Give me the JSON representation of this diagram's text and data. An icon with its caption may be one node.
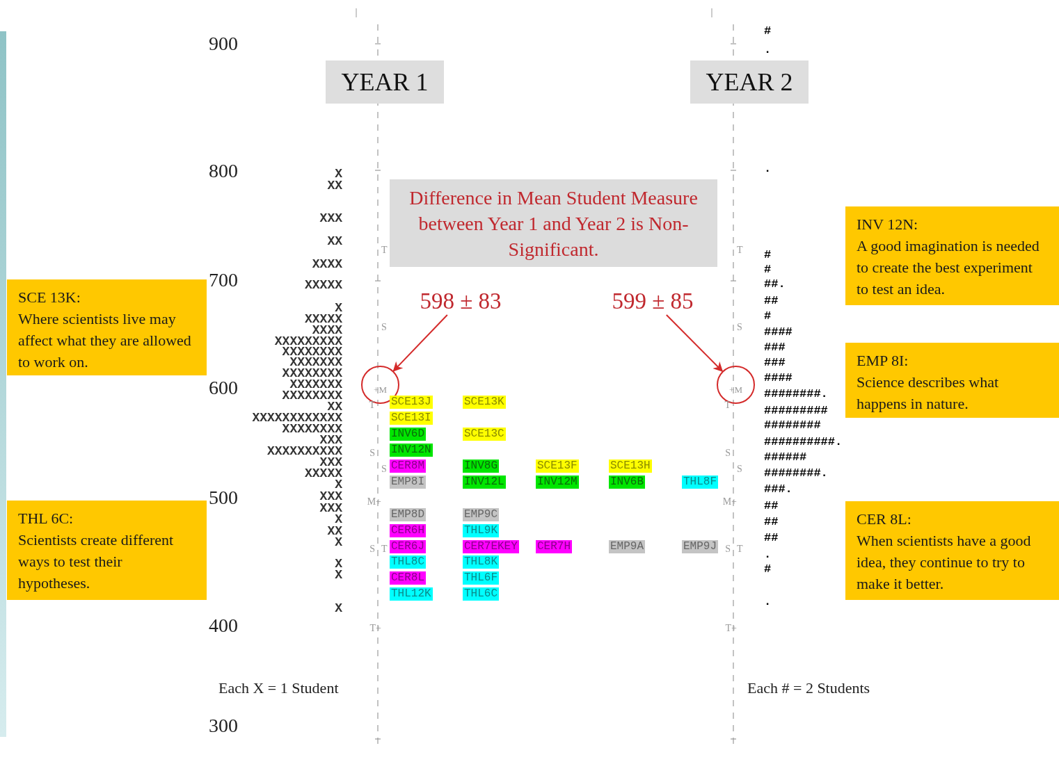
{
  "diagram": {
    "nodes": [
      {
        "text": [
          "YEAR 1"
        ]
      },
      {
        "text": [
          "YEAR 2"
        ]
      },
      {
        "text": [
          "Difference in Mean Student Measure between Year 1 and Year 2 is Non-Significant."
        ]
      },
      {
        "text": [
          "598 ± 83"
        ]
      },
      {
        "text": [
          "599 ± 85"
        ]
      },
      {
        "text": [
          "+M"
        ]
      },
      {
        "text": [
          "+M"
        ]
      },
      {
        "text": [
          "SCE 13K:",
          "Where scientists live may affect what they are allowed to work on."
        ]
      },
      {
        "text": [
          "THL 6C:",
          "Scientists create different ways to test their hypotheses."
        ]
      },
      {
        "text": [
          "INV 12N:",
          "A good imagination is needed to create the best experiment to test an idea."
        ]
      },
      {
        "text": [
          "EMP 8I:",
          "Science describes what happens in nature."
        ]
      },
      {
        "text": [
          "CER 8L:",
          "When scientists have a good idea, they continue to try to make it better."
        ]
      },
      {
        "text": [
          "SCE13J"
        ]
      },
      {
        "text": [
          "SCE13K"
        ]
      },
      {
        "text": [
          "SCE13I"
        ]
      },
      {
        "text": [
          "INV6D"
        ]
      },
      {
        "text": [
          "SCE13C"
        ]
      },
      {
        "text": [
          "INV12N"
        ]
      },
      {
        "text": [
          "CER8M"
        ]
      },
      {
        "text": [
          "INV8G"
        ]
      },
      {
        "text": [
          "SCE13F"
        ]
      },
      {
        "text": [
          "SCE13H"
        ]
      },
      {
        "text": [
          "EMP8I"
        ]
      },
      {
        "text": [
          "INV12L"
        ]
      },
      {
        "text": [
          "INV12M"
        ]
      },
      {
        "text": [
          "INV6B"
        ]
      },
      {
        "text": [
          "THL8F"
        ]
      },
      {
        "text": [
          "EMP8D"
        ]
      },
      {
        "text": [
          "EMP9C"
        ]
      },
      {
        "text": [
          "CER6H"
        ]
      },
      {
        "text": [
          "THL9K"
        ]
      },
      {
        "text": [
          "CER6J"
        ]
      },
      {
        "text": [
          "CER7EKEY"
        ]
      },
      {
        "text": [
          "CER7H"
        ]
      },
      {
        "text": [
          "EMP9A"
        ]
      },
      {
        "text": [
          "EMP9J"
        ]
      },
      {
        "text": [
          "THL8C"
        ]
      },
      {
        "text": [
          "THL8K"
        ]
      },
      {
        "text": [
          "CER8L"
        ]
      },
      {
        "text": [
          "THL6F"
        ]
      },
      {
        "text": [
          "THL12K"
        ]
      },
      {
        "text": [
          "THL6C"
        ]
      }
    ],
    "edges": [
      {
        "from": 3,
        "to": 5,
        "arrow": "to"
      },
      {
        "from": 4,
        "to": 6,
        "arrow": "to"
      }
    ],
    "labels": [
      "900",
      "800",
      "700",
      "600",
      "500",
      "400",
      "300",
      "X",
      "XX",
      "XXX",
      "XX",
      "XXXX",
      "XXXXX",
      "X",
      "XXXXX",
      "XXXX",
      "XXXXXXXXX",
      "XXXXXXXX",
      "XXXXXXX",
      "XXXXXXXX",
      "XXXXXXX",
      "XXXXXXXX",
      "XX",
      "XXXXXXXXXXXX",
      "XXXXXXXX",
      "XXX",
      "XXXXXXXXXX",
      "XXX",
      "XXXXX",
      "X",
      "XXX",
      "XXX",
      "X",
      "XX",
      "X",
      "X",
      "X",
      "X",
      "T",
      "S",
      "T",
      "S",
      "S",
      "M+",
      "S",
      "T",
      "T+",
      "T",
      "S",
      "T",
      "S",
      "S",
      "M+",
      "S",
      "T",
      "T+",
      "#",
      ".",
      ".",
      "#",
      "#",
      "##.",
      "##",
      "#",
      "####",
      "###",
      "###",
      "####",
      "########.",
      "#########",
      "########",
      "##########.",
      "######",
      "########.",
      "###.",
      "##",
      "##",
      "##",
      ".",
      "#",
      ".",
      "Each X = 1 Student",
      "Each # = 2 Students"
    ]
  }
}
